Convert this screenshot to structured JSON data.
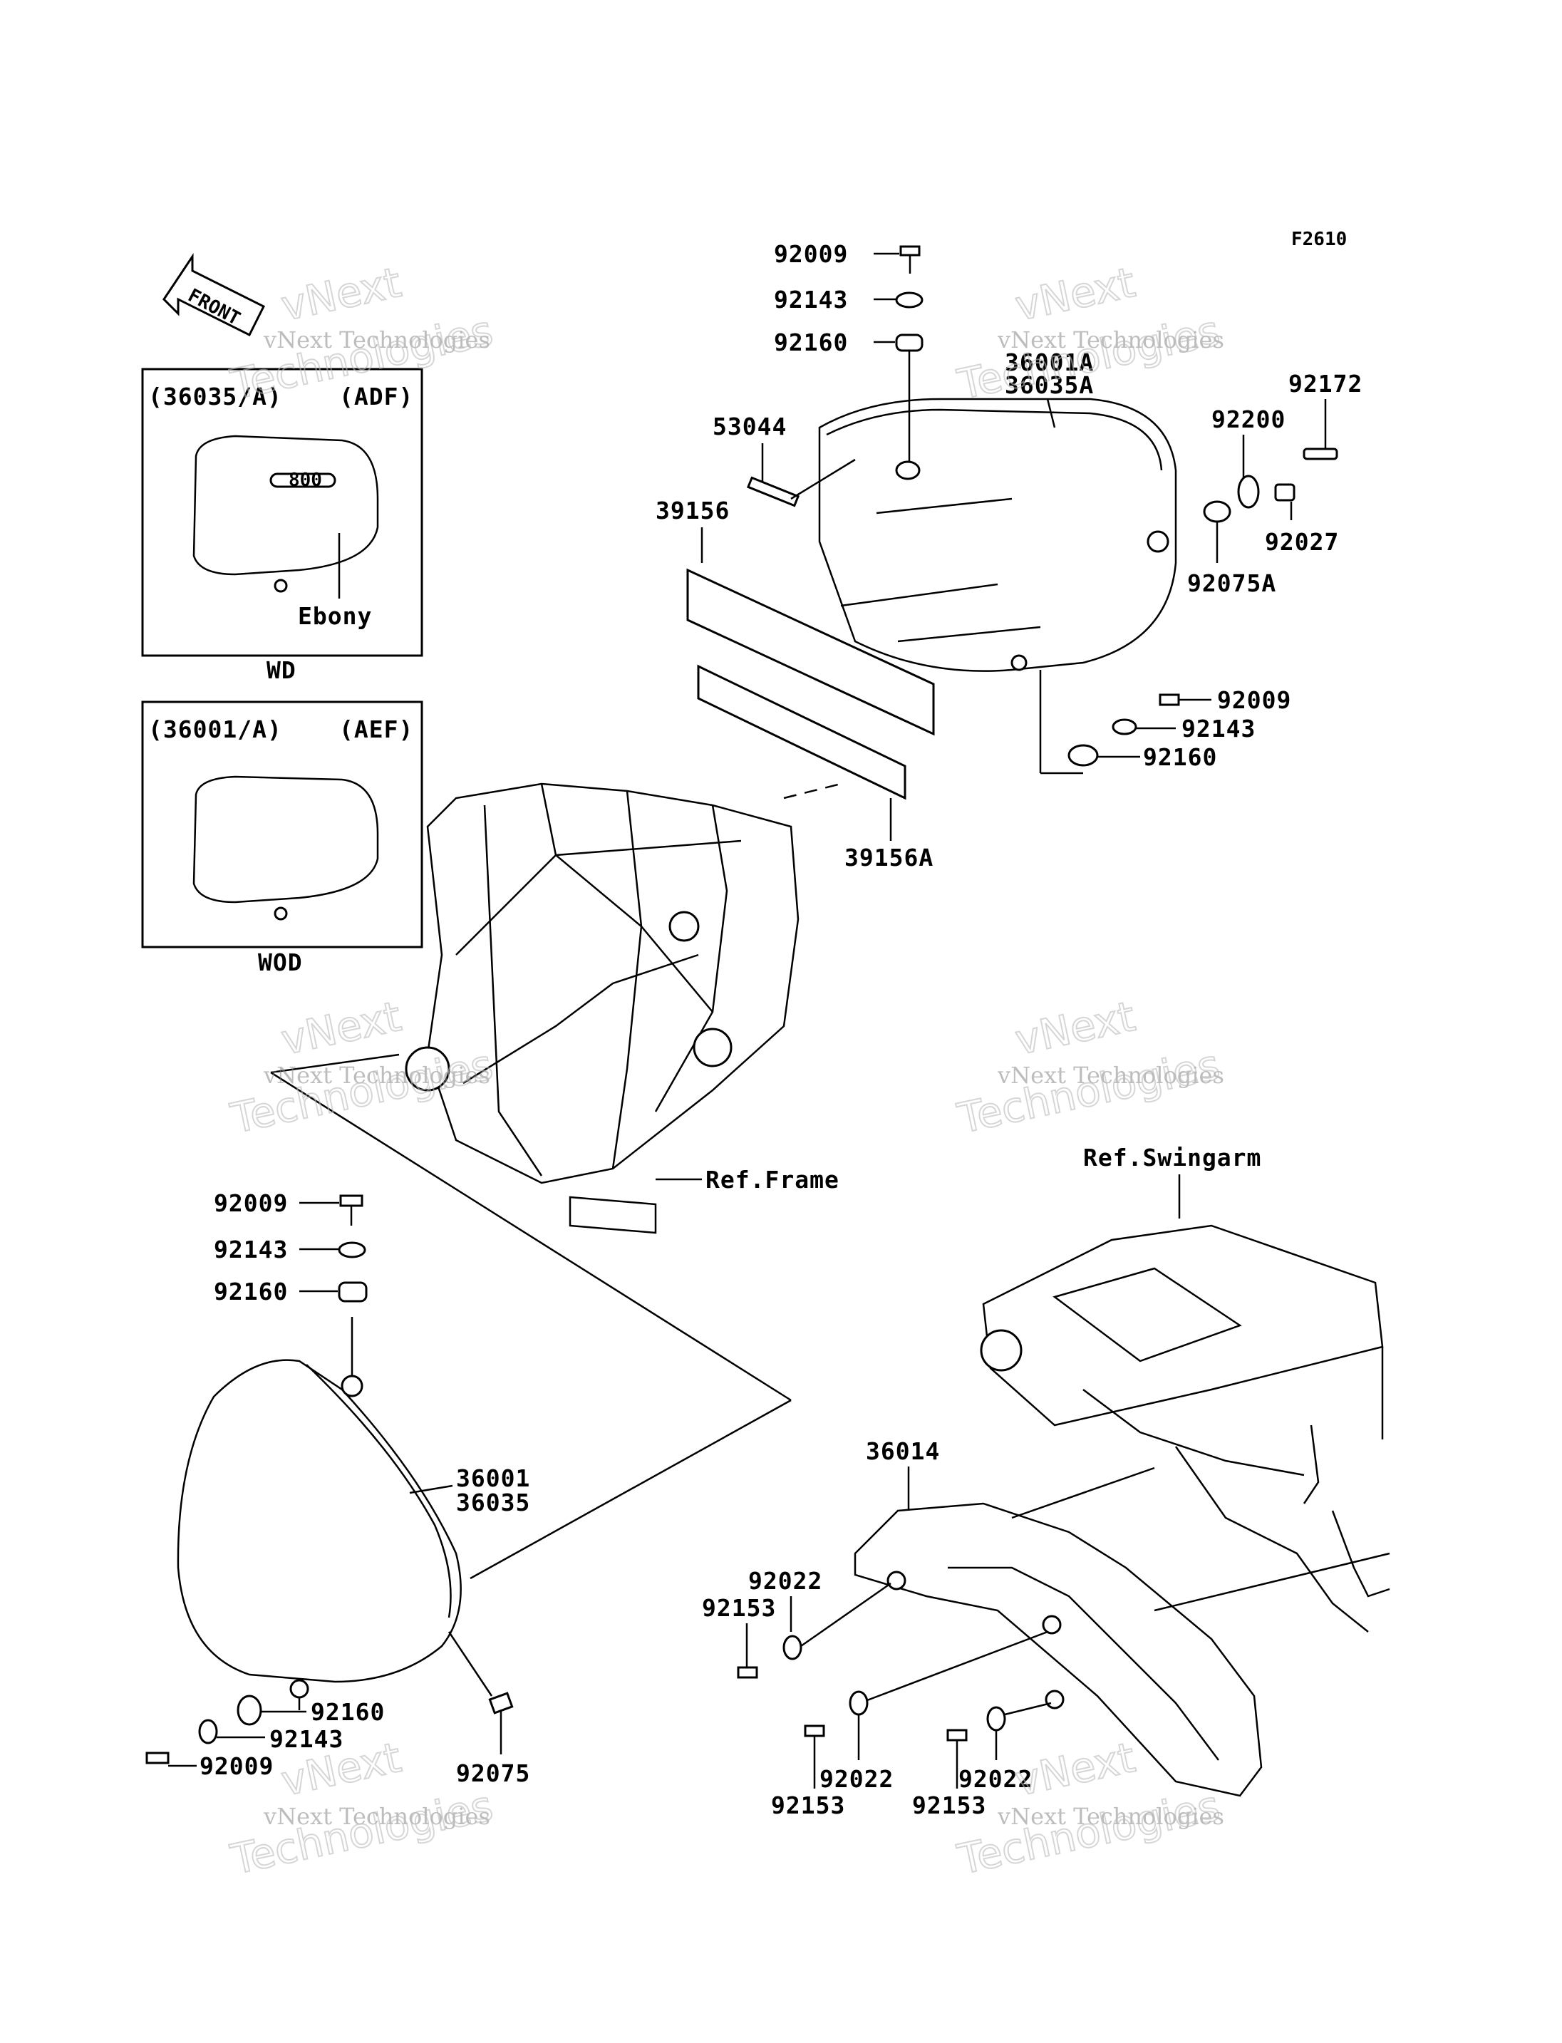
{
  "diagram_code": "F2610",
  "front_arrow": "FRONT",
  "inset_top": {
    "header_left": "(36035/A)",
    "header_right": "(ADF)",
    "badge": "800",
    "part_label": "Ebony",
    "caption": "WD"
  },
  "inset_bottom": {
    "header_left": "(36001/A)",
    "header_right": "(AEF)",
    "caption": "WOD"
  },
  "references": {
    "frame": "Ref.Frame",
    "swingarm": "Ref.Swingarm"
  },
  "parts": {
    "top_bolt": "92009",
    "top_washer": "92143",
    "top_grommet": "92160",
    "clip": "53044",
    "cover_right_a": "36001A",
    "cover_right_b": "36035A",
    "pad": "39156",
    "pad_a": "39156A",
    "bolt_92172": "92172",
    "washer_92200": "92200",
    "collar_92027": "92027",
    "nut_92075A": "92075A",
    "mid_bolt": "92009",
    "mid_washer": "92143",
    "mid_grommet": "92160",
    "left_bolt": "92009",
    "left_washer": "92143",
    "left_grommet": "92160",
    "cover_left_a": "36001",
    "cover_left_b": "36035",
    "bot_grommet": "92160",
    "bot_washer": "92143",
    "bot_bolt": "92009",
    "nut_92075": "92075",
    "chain_cover": "36014",
    "washer_a": "92022",
    "bolt_a": "92153",
    "washer_b": "92022",
    "bolt_b": "92153",
    "washer_c": "92022",
    "bolt_c": "92153"
  },
  "watermarks": {
    "small": "vNext Technologies",
    "big_a": "vNext",
    "big_b": "Technologies"
  }
}
